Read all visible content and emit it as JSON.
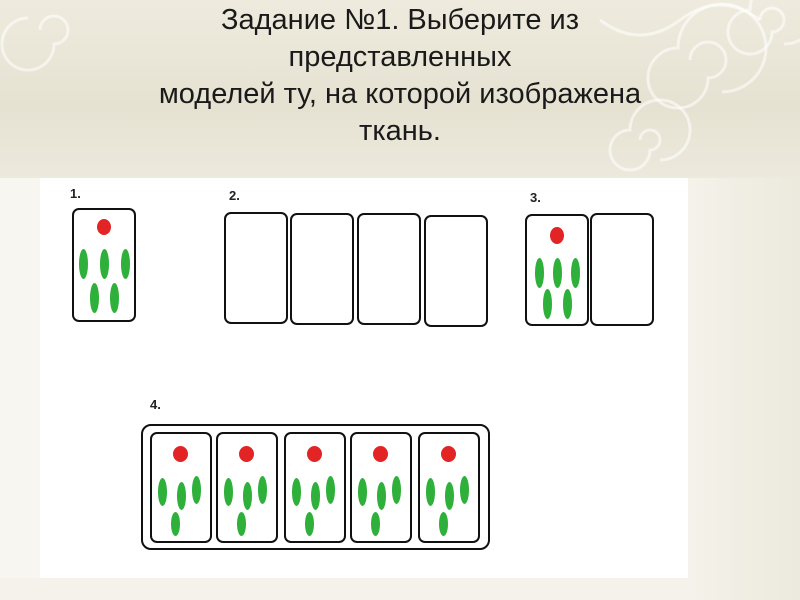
{
  "slide": {
    "title_lines": [
      "Задание №1. Выберите из",
      "представленных",
      "моделей ту, на которой изображена",
      "ткань."
    ]
  },
  "models": [
    {
      "number": "1.",
      "cards": 1,
      "patterned": true,
      "outer_frame": false
    },
    {
      "number": "2.",
      "cards": 4,
      "patterned": false,
      "outer_frame": false
    },
    {
      "number": "3.",
      "cards": 2,
      "patterned": [
        true,
        false
      ],
      "outer_frame": false
    },
    {
      "number": "4.",
      "cards": 5,
      "patterned": true,
      "outer_frame": true
    }
  ],
  "colors": {
    "dot": "#e32424",
    "leaf": "#2eb03b",
    "outline": "#111111",
    "banner": "#e8e4d6"
  }
}
